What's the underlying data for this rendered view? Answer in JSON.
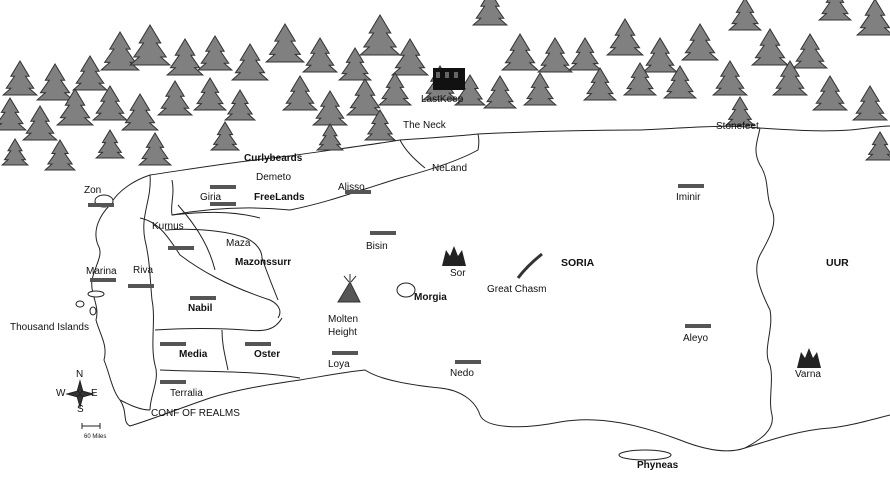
{
  "labels": {
    "lastkeep": "LastKeep",
    "the_neck": "The Neck",
    "stonefeet": "Stonefeet",
    "curlybeards": "Curlybeards",
    "demeto": "Demeto",
    "neland": "NeLand",
    "alisso": "Alisso",
    "zon": "Zon",
    "giria": "Giria",
    "freelands": "FreeLands",
    "iminir": "Iminir",
    "kurnus": "Kurnus",
    "maza": "Maza",
    "mazonssurr": "Mazonssurr",
    "bisin": "Bisin",
    "sor": "Sor",
    "soria": "SORIA",
    "uur": "UUR",
    "marina": "Marina",
    "riva": "Riva",
    "morgia": "Morgia",
    "great_chasm": "Great Chasm",
    "nabil": "Nabil",
    "molten_height": "Molten\nHeight",
    "thousand_islands": "Thousand Islands",
    "aleyo": "Aleyo",
    "media": "Media",
    "oster": "Oster",
    "loya": "Loya",
    "nedo": "Nedo",
    "varna": "Varna",
    "terralia": "Terralia",
    "conf_of_realms": "CONF OF REALMS",
    "phyneas": "Phyneas",
    "scale": "60 Miles"
  },
  "compass": {
    "n": "N",
    "s": "S",
    "e": "E",
    "w": "W"
  },
  "colors": {
    "forest": "#808080",
    "forest_edge": "#333333",
    "border": "#222222",
    "town": "#555555",
    "land": "#ffffff"
  },
  "icons": {
    "forest": "pine-tree-icon",
    "volcano": "volcano-icon",
    "castle": "castle-icon",
    "town": "town-icon",
    "compass": "compass-rose-icon",
    "chasm": "chasm-icon"
  }
}
